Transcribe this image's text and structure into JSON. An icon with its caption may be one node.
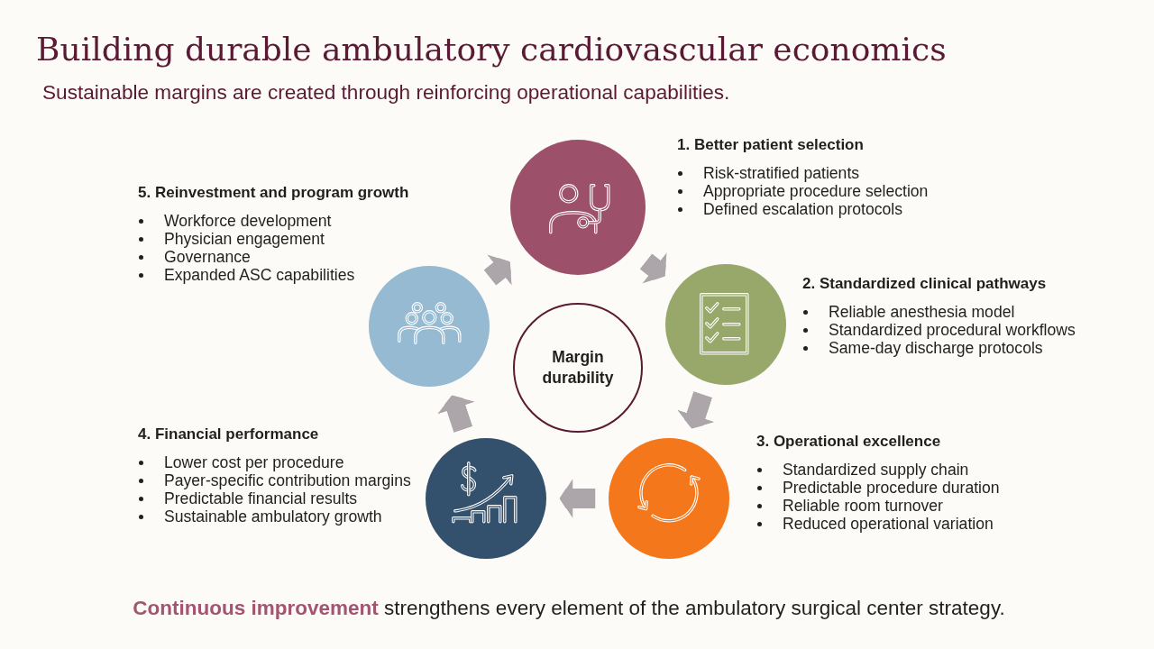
{
  "diagram": {
    "title": "Building durable ambulatory cardiovascular economics",
    "caption": "**Continuous improvement** strengthens every element of the ambulatory surgical center strategy.",
    "nodes": [
      {
        "text": [
          "1. Better patient selection",
          "Risk-stratified patients",
          "Appropriate procedure selection",
          "Defined escalation protocols"
        ]
      },
      {
        "text": [
          "2. Standardized clinical pathways",
          "Reliable anesthesia model",
          "Standardized procedural workflows",
          "Same-day discharge protocols"
        ]
      },
      {
        "text": [
          "3. Operational excellence",
          "Standardized supply chain",
          "Predictable procedure duration",
          "Reliable room turnover",
          "Reduced operational variation"
        ]
      },
      {
        "text": [
          "4. Financial performance",
          "Lower cost per procedure",
          "Payer-specific contribution margins",
          "Predictable financial results",
          "Sustainable ambulatory growth"
        ]
      },
      {
        "text": [
          "5. Reinvestment and program growth",
          "Workforce development",
          "Physician engagement",
          "Governance",
          "Expanded ASC capabilities"
        ]
      },
      {
        "text": [
          "Margin durability"
        ]
      }
    ],
    "edges": [
      {
        "from": 0,
        "to": 1,
        "arrow": "to"
      },
      {
        "from": 1,
        "to": 2,
        "arrow": "to"
      },
      {
        "from": 2,
        "to": 3,
        "arrow": "to"
      },
      {
        "from": 3,
        "to": 4,
        "arrow": "to"
      },
      {
        "from": 4,
        "to": 0,
        "arrow": "to"
      }
    ],
    "labels": [
      "Sustainable margins are created through reinforcing operational capabilities."
    ]
  }
}
